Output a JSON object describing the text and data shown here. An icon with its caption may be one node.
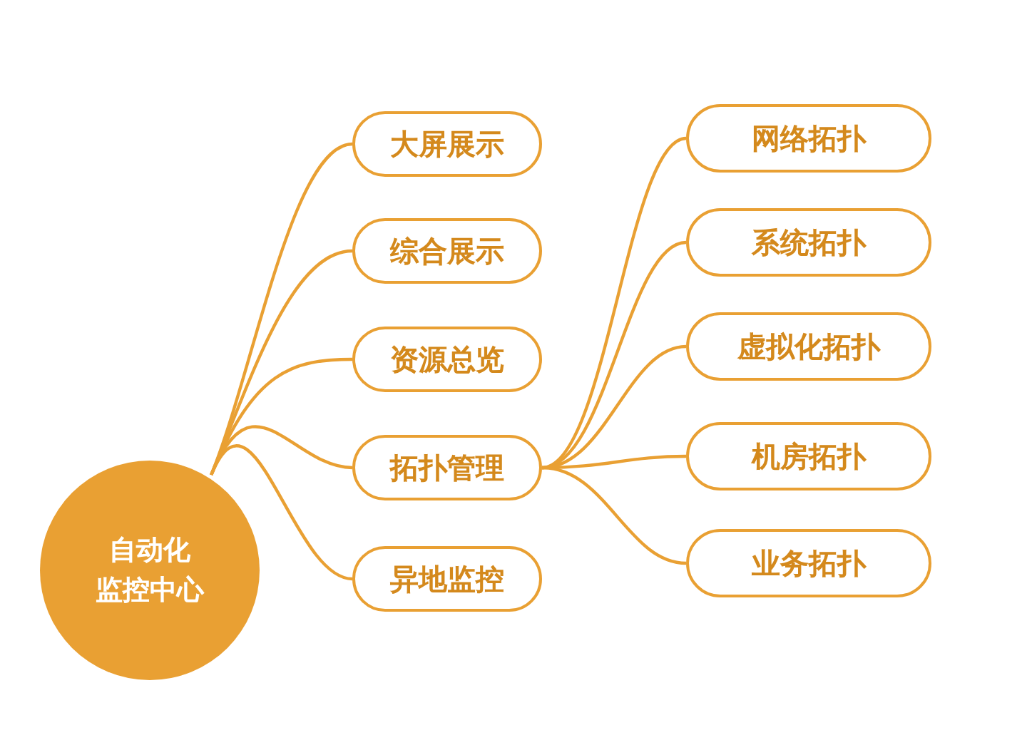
{
  "diagram": {
    "nodes": [
      {
        "text": [
          "自动化",
          "监控中心"
        ]
      },
      {
        "text": [
          "大屏展示"
        ]
      },
      {
        "text": [
          "综合展示"
        ]
      },
      {
        "text": [
          "资源总览"
        ]
      },
      {
        "text": [
          "拓扑管理"
        ]
      },
      {
        "text": [
          "异地监控"
        ]
      },
      {
        "text": [
          "网络拓扑"
        ]
      },
      {
        "text": [
          "系统拓扑"
        ]
      },
      {
        "text": [
          "虚拟化拓扑"
        ]
      },
      {
        "text": [
          "机房拓扑"
        ]
      },
      {
        "text": [
          "业务拓扑"
        ]
      }
    ],
    "edges": [
      {
        "from": 0,
        "to": 1,
        "arrow": "none"
      },
      {
        "from": 0,
        "to": 2,
        "arrow": "none"
      },
      {
        "from": 0,
        "to": 3,
        "arrow": "none"
      },
      {
        "from": 0,
        "to": 4,
        "arrow": "none"
      },
      {
        "from": 0,
        "to": 5,
        "arrow": "none"
      },
      {
        "from": 4,
        "to": 6,
        "arrow": "none"
      },
      {
        "from": 4,
        "to": 7,
        "arrow": "none"
      },
      {
        "from": 4,
        "to": 8,
        "arrow": "none"
      },
      {
        "from": 4,
        "to": 9,
        "arrow": "none"
      },
      {
        "from": 4,
        "to": 10,
        "arrow": "none"
      }
    ]
  }
}
